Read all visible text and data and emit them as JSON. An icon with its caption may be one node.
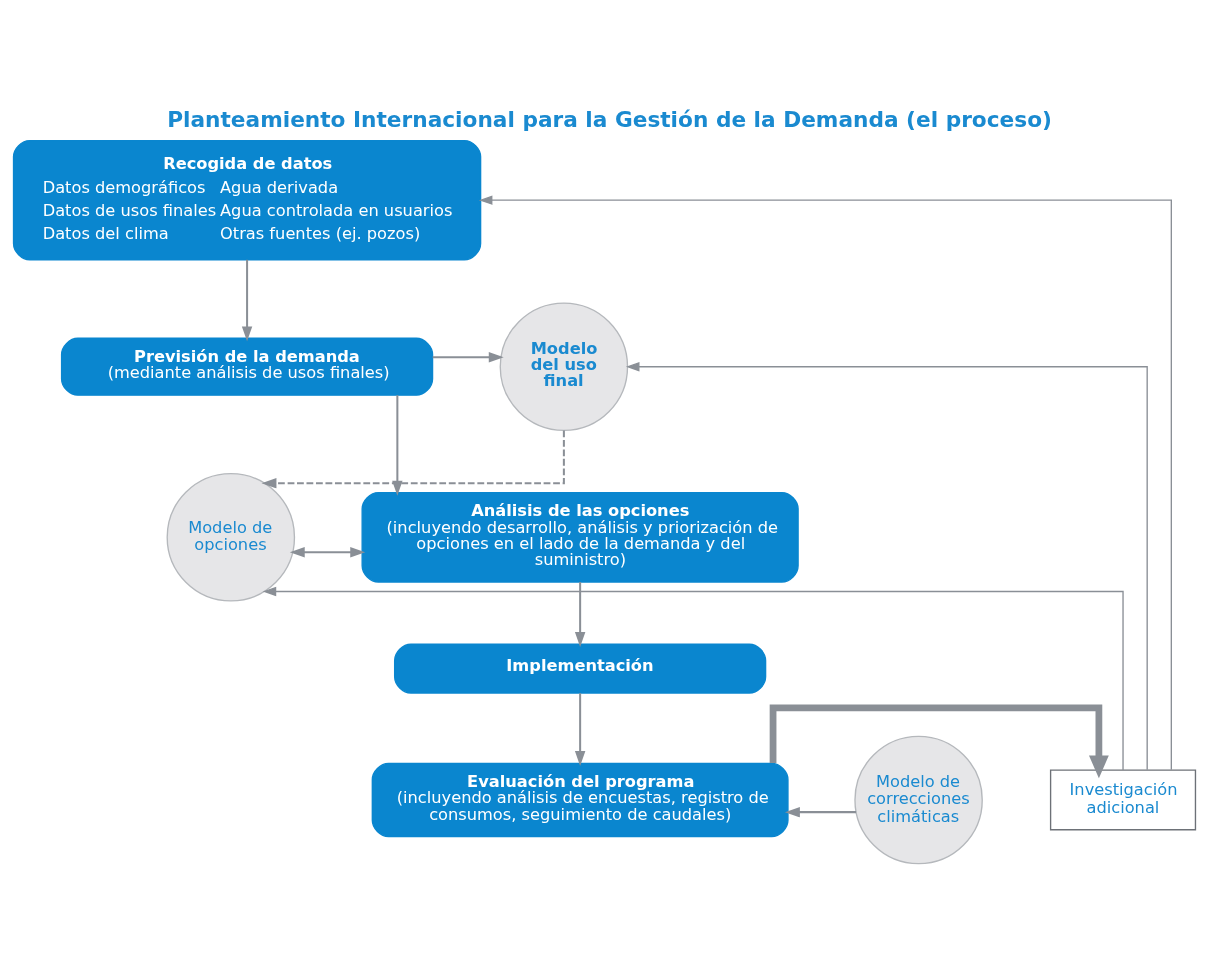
{
  "diagram": {
    "title": "Planteamiento Internacional para la Gestión de la Demanda (el proceso)",
    "nodes": [
      {
        "text": [
          "Recogida de datos",
          "Datos demográficos",
          "Datos de usos finales",
          "Datos del clima",
          "Agua derivada",
          "Agua controlada en usuarios",
          "Otras fuentes (ej. pozos)"
        ]
      },
      {
        "text": [
          "Previsión de la demanda",
          "(mediante análisis de usos finales)"
        ]
      },
      {
        "text": [
          "Análisis de las opciones",
          "(incluyendo desarrollo, análisis y priorización de opciones en el lado de la demanda y del suministro)"
        ]
      },
      {
        "text": [
          "Implementación"
        ]
      },
      {
        "text": [
          "Evaluación del programa",
          "(incluyendo análisis de encuestas, registro de consumos, seguimiento de caudales)"
        ]
      },
      {
        "text": [
          "Modelo del uso final"
        ]
      },
      {
        "text": [
          "Modelo de opciones"
        ]
      },
      {
        "text": [
          "Investigación adicional"
        ]
      },
      {
        "text": [
          "Modelo de correcciones climáticas"
        ]
      }
    ],
    "edges": [
      {
        "from": 0,
        "to": 1,
        "arrow": "to"
      },
      {
        "from": 1,
        "to": 5,
        "arrow": "to"
      },
      {
        "from": 1,
        "to": 2,
        "arrow": "to"
      },
      {
        "from": 5,
        "to": 6,
        "arrow": "to",
        "style": "dashed"
      },
      {
        "from": 6,
        "to": 2,
        "arrow": "both"
      },
      {
        "from": 2,
        "to": 3,
        "arrow": "to"
      },
      {
        "from": 3,
        "to": 4,
        "arrow": "to"
      },
      {
        "from": 4,
        "to": 7,
        "arrow": "to",
        "style": "thick"
      },
      {
        "from": 8,
        "to": 4,
        "arrow": "to"
      },
      {
        "from": 7,
        "to": 0,
        "arrow": "to"
      },
      {
        "from": 7,
        "to": 5,
        "arrow": "to"
      },
      {
        "from": 7,
        "to": 6,
        "arrow": "to"
      }
    ]
  }
}
